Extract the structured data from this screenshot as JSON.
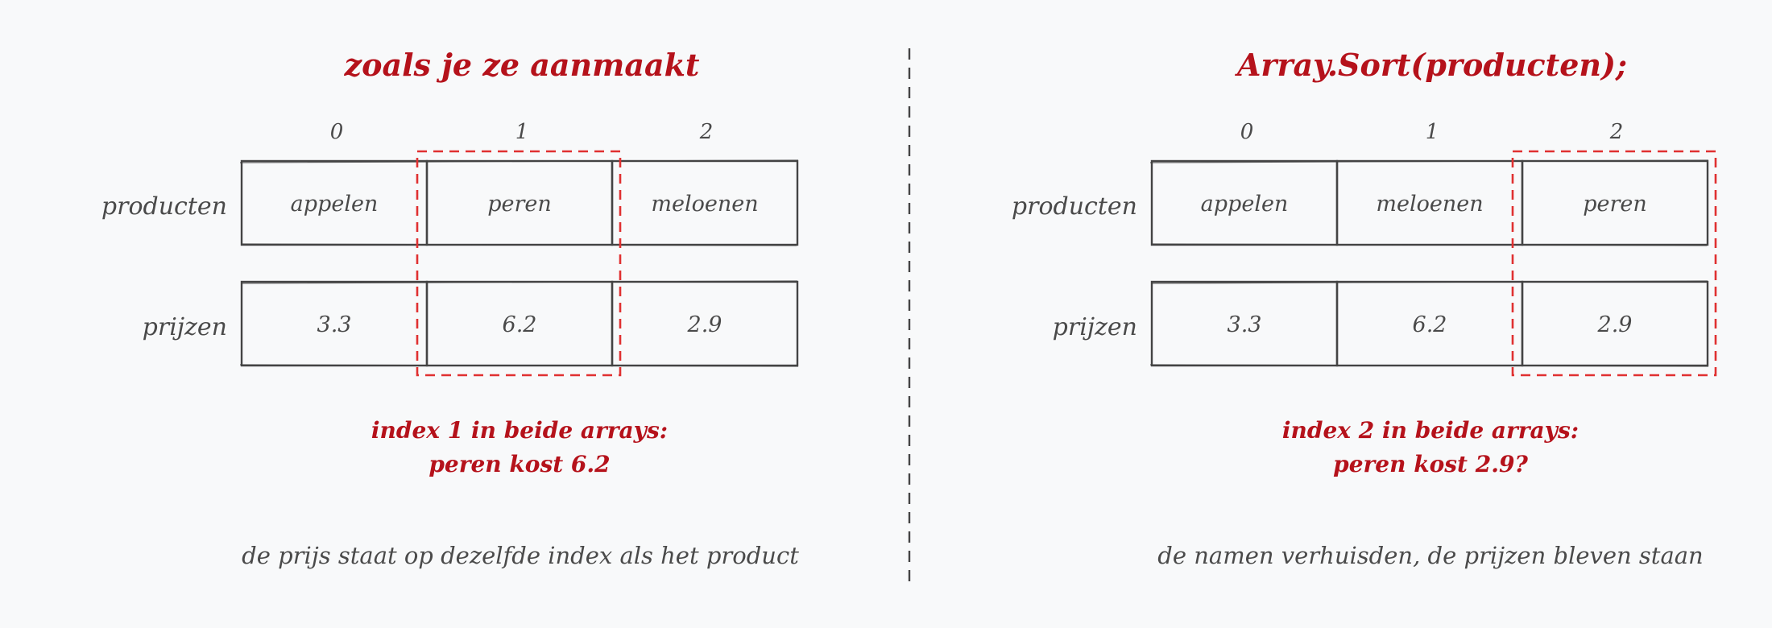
{
  "colors": {
    "accent": "#b5121b",
    "highlight": "#e03131",
    "ink": "#4a4a4a",
    "background": "#f8f9fa"
  },
  "left_panel": {
    "title": "zoals je ze aanmaakt",
    "indices": [
      "0",
      "1",
      "2"
    ],
    "products_label": "producten",
    "prices_label": "prijzen",
    "products": [
      "appelen",
      "peren",
      "meloenen"
    ],
    "prices": [
      "3.3",
      "6.2",
      "2.9"
    ],
    "highlight_index": 1,
    "caption_line1": "index 1 in beide arrays:",
    "caption_line2": "peren kost 6.2",
    "footer": "de prijs staat op dezelfde index als het product"
  },
  "right_panel": {
    "title": "Array.Sort(producten);",
    "indices": [
      "0",
      "1",
      "2"
    ],
    "products_label": "producten",
    "prices_label": "prijzen",
    "products": [
      "appelen",
      "meloenen",
      "peren"
    ],
    "prices": [
      "3.3",
      "6.2",
      "2.9"
    ],
    "highlight_index": 2,
    "caption_line1": "index 2 in beide arrays:",
    "caption_line2": "peren kost 2.9?",
    "footer": "de namen verhuisden, de prijzen bleven staan"
  }
}
